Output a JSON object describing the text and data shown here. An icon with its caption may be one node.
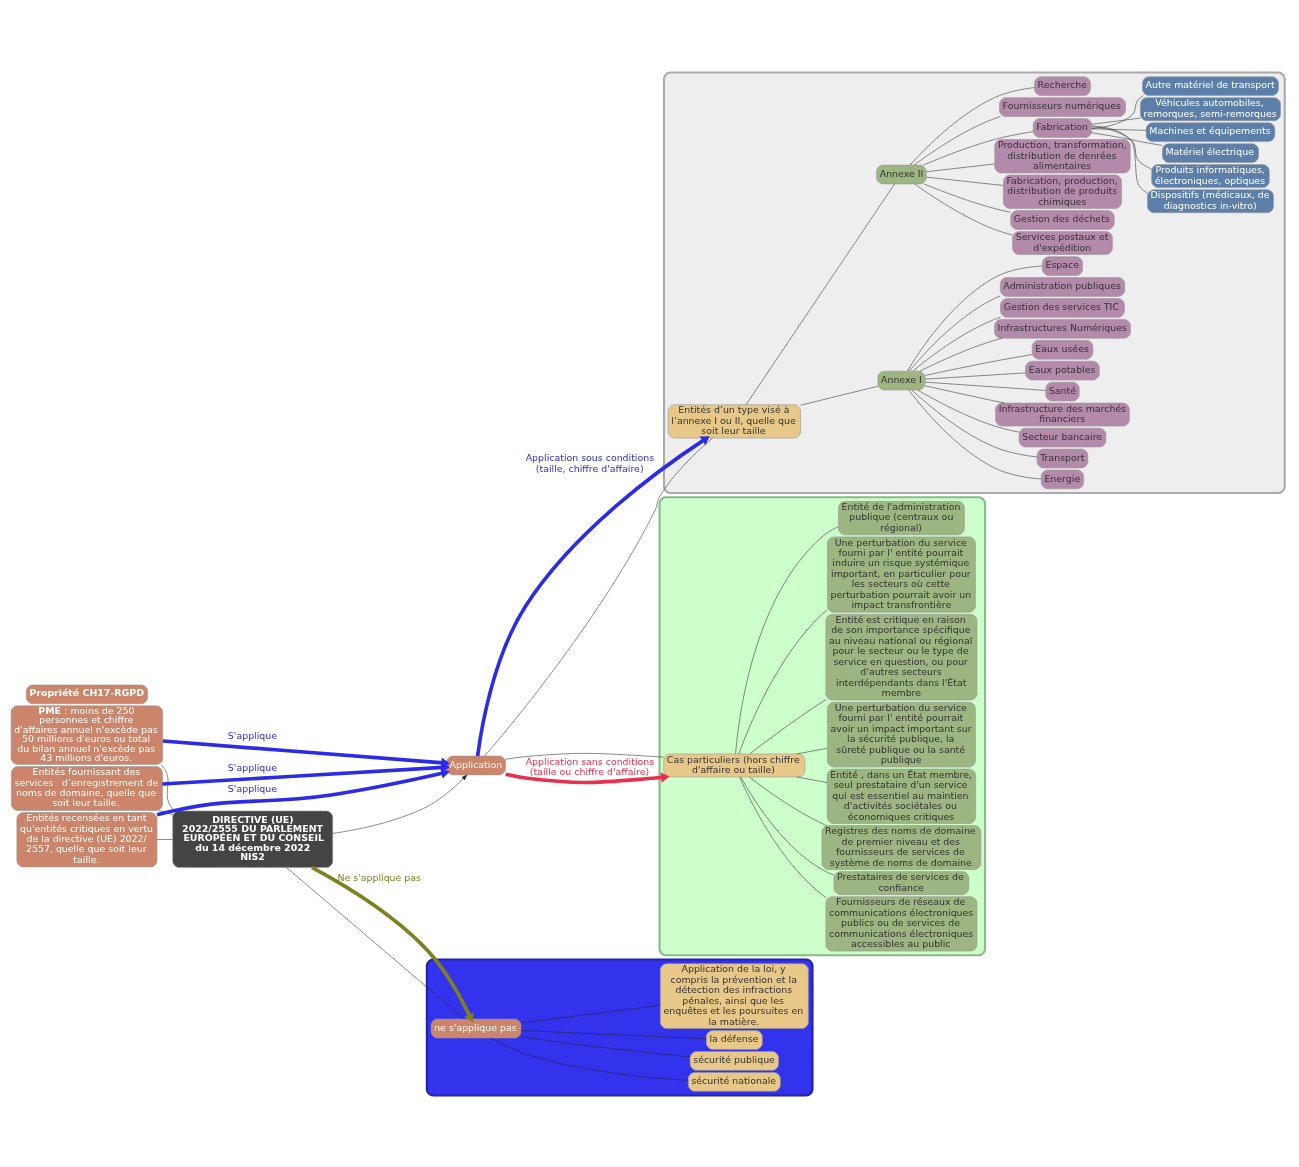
{
  "diagram": {
    "nodes": [
      {
        "text": [
          "**PME** : moins de 250 personnes et chiffre d'affaires annuel n'excède pas 50 millions d'euros ou total du bilan annuel n'excède pas 43 millions d'euros."
        ]
      },
      {
        "text": [
          "Entités fournissant des services   d’enregistrement de noms de domaine, quelle que soit leur taille."
        ]
      },
      {
        "text": [
          "Entités recensées en tant qu'entités critiques en vertu de la directive (UE) 2022/ 2557, quelle que soit leur taille."
        ]
      },
      {
        "text": [
          "DIRECTIVE (UE) 2022/2555 DU PARLEMENT EUROPÉEN ET DU CONSEIL du 14 décembre 2022 NIS2"
        ]
      },
      {
        "text": [],
        "shape": "cloud"
      },
      {
        "text": [
          "ne s'applique pas"
        ],
        "in": 4
      },
      {
        "text": [
          "sécurité nationale"
        ],
        "in": 4
      },
      {
        "text": [
          "sécurité publique"
        ],
        "in": 4
      },
      {
        "text": [
          "la défense"
        ],
        "in": 4
      },
      {
        "text": [
          "Application de la loi, y compris la prévention et la détection des infractions pénales, ainsi que les enquêtes et les poursuites en la matière."
        ],
        "in": 4
      },
      {
        "text": [
          "Application"
        ]
      },
      {
        "text": [],
        "shape": "cloud"
      },
      {
        "text": [
          "Cas particuliers (hors chiffre d'affaire ou taille)"
        ],
        "in": 11
      },
      {
        "text": [
          "Fournisseurs de réseaux de communications électroniques publics ou de services de communications électroniques accessibles au public"
        ],
        "in": 11
      },
      {
        "text": [
          "Prestataires de services de confiance"
        ],
        "in": 11
      },
      {
        "text": [
          "Registres des noms de domaine de premier niveau et des fournisseurs de services de système de noms de domaine"
        ],
        "in": 11
      },
      {
        "text": [
          "Entité , dans un État membre, seul prestataire d'un service qui est essentiel au maintien d'activités sociétales ou économiques critiques"
        ],
        "in": 11
      },
      {
        "text": [
          "Une perturbation du service fourni par l' entité pourrait avoir un impact important sur la sécurité publique, la sûreté publique ou la santé publique"
        ],
        "in": 11
      },
      {
        "text": [
          "Entité est critique en raison de son importance spécifique au niveau national ou régional pour le secteur ou le type de service en question, ou pour d'autres secteurs interdépendants dans l'État membre"
        ],
        "in": 11
      },
      {
        "text": [
          "Une perturbation du service fourni par l' entité pourrait induire un risque systémique important, en particulier pour les secteurs où cette perturbation pourrait avoir un impact transfrontière"
        ],
        "in": 11
      },
      {
        "text": [
          "Entité de l'administration publique (centraux ou régional)"
        ],
        "in": 11
      },
      {
        "text": [],
        "shape": "cloud"
      },
      {
        "text": [
          "Entités d’un type visé à l’annexe I ou II, quelle que soit leur taille"
        ],
        "in": 21
      },
      {
        "text": [
          "Annexe I"
        ],
        "in": 21
      },
      {
        "text": [
          "Energie"
        ],
        "in": 21
      },
      {
        "text": [
          "Transport"
        ],
        "in": 21
      },
      {
        "text": [
          "Secteur bancaire"
        ],
        "in": 21
      },
      {
        "text": [
          "Infrastructure des marchés financiers"
        ],
        "in": 21
      },
      {
        "text": [
          "Santé"
        ],
        "in": 21
      },
      {
        "text": [
          "Eaux potables"
        ],
        "in": 21
      },
      {
        "text": [
          "Eaux usées"
        ],
        "in": 21
      },
      {
        "text": [
          "Infrastructures Numériques"
        ],
        "in": 21
      },
      {
        "text": [
          "Gestion des services TIC"
        ],
        "in": 21
      },
      {
        "text": [
          "Administration publiques"
        ],
        "in": 21
      },
      {
        "text": [
          "Espace"
        ],
        "in": 21
      },
      {
        "text": [
          "Annexe II"
        ],
        "in": 21
      },
      {
        "text": [
          "Services postaux et d'expédition"
        ],
        "in": 21
      },
      {
        "text": [
          "Gestion des déchets"
        ],
        "in": 21
      },
      {
        "text": [
          "Fabrication, production, distribution de produits chimiques"
        ],
        "in": 21
      },
      {
        "text": [
          "Production, transformation, distribution de denrées alimentaires"
        ],
        "in": 21
      },
      {
        "text": [
          "Fabrication"
        ],
        "in": 21
      },
      {
        "text": [
          "Dispositifs (médicaux, de diagnostics in-vitro)"
        ],
        "in": 21
      },
      {
        "text": [
          "Produits informatiques, électroniques, optiques"
        ],
        "in": 21
      },
      {
        "text": [
          "Matériel électrique"
        ],
        "in": 21
      },
      {
        "text": [
          "Machines et équipements"
        ],
        "in": 21
      },
      {
        "text": [
          "Véhicules automobiles, remorques, semi-remorques"
        ],
        "in": 21
      },
      {
        "text": [
          "Autre matériel de transport"
        ],
        "in": 21
      },
      {
        "text": [
          "Fournisseurs numériques"
        ],
        "in": 21
      },
      {
        "text": [
          "Recherche"
        ],
        "in": 21
      },
      {
        "text": [
          "Propriété CH17-RGPD"
        ]
      }
    ],
    "edges": [
      {
        "from": 0,
        "to": 3,
        "arrow": "none"
      },
      {
        "from": 1,
        "to": 3,
        "arrow": "none"
      },
      {
        "from": 2,
        "to": 3,
        "arrow": "none"
      },
      {
        "from": 0,
        "to": 10,
        "arrow": "to",
        "label": "S'applique",
        "style": "thick",
        "color": "#2b2be8"
      },
      {
        "from": 1,
        "to": 10,
        "arrow": "to",
        "label": "S'applique",
        "style": "thick",
        "color": "#2b2be8"
      },
      {
        "from": 2,
        "to": 10,
        "arrow": "to",
        "label": "S'applique",
        "style": "thick",
        "color": "#2b2be8"
      },
      {
        "from": 3,
        "to": 5,
        "arrow": "none"
      },
      {
        "from": 3,
        "to": 5,
        "arrow": "to",
        "label": "Ne s'applique pas",
        "style": "thick",
        "color": "#7f7f20"
      },
      {
        "from": 5,
        "to": 6,
        "arrow": "none"
      },
      {
        "from": 5,
        "to": 7,
        "arrow": "none"
      },
      {
        "from": 5,
        "to": 8,
        "arrow": "none"
      },
      {
        "from": 5,
        "to": 9,
        "arrow": "none"
      },
      {
        "from": 3,
        "to": 10,
        "arrow": "to"
      },
      {
        "from": 10,
        "to": 12,
        "arrow": "none"
      },
      {
        "from": 10,
        "to": 12,
        "arrow": "to",
        "label": "Application sans conditions (taille ou chiffre d'affaire)",
        "style": "thick",
        "color": "#e83050"
      },
      {
        "from": 12,
        "to": 13,
        "arrow": "none"
      },
      {
        "from": 12,
        "to": 14,
        "arrow": "none"
      },
      {
        "from": 12,
        "to": 15,
        "arrow": "none"
      },
      {
        "from": 12,
        "to": 16,
        "arrow": "none"
      },
      {
        "from": 12,
        "to": 17,
        "arrow": "none"
      },
      {
        "from": 12,
        "to": 18,
        "arrow": "none"
      },
      {
        "from": 12,
        "to": 19,
        "arrow": "none"
      },
      {
        "from": 12,
        "to": 20,
        "arrow": "none"
      },
      {
        "from": 10,
        "to": 22,
        "arrow": "none"
      },
      {
        "from": 10,
        "to": 22,
        "arrow": "to",
        "label": "Application sous conditions (taille, chiffre d'affaire)",
        "style": "thick",
        "color": "#2b2be8"
      },
      {
        "from": 22,
        "to": 23,
        "arrow": "none"
      },
      {
        "from": 23,
        "to": 24,
        "arrow": "none"
      },
      {
        "from": 23,
        "to": 25,
        "arrow": "none"
      },
      {
        "from": 23,
        "to": 26,
        "arrow": "none"
      },
      {
        "from": 23,
        "to": 27,
        "arrow": "none"
      },
      {
        "from": 23,
        "to": 28,
        "arrow": "none"
      },
      {
        "from": 23,
        "to": 29,
        "arrow": "none"
      },
      {
        "from": 23,
        "to": 30,
        "arrow": "none"
      },
      {
        "from": 23,
        "to": 31,
        "arrow": "none"
      },
      {
        "from": 23,
        "to": 32,
        "arrow": "none"
      },
      {
        "from": 23,
        "to": 33,
        "arrow": "none"
      },
      {
        "from": 23,
        "to": 34,
        "arrow": "none"
      },
      {
        "from": 22,
        "to": 35,
        "arrow": "none"
      },
      {
        "from": 35,
        "to": 36,
        "arrow": "none"
      },
      {
        "from": 35,
        "to": 37,
        "arrow": "none"
      },
      {
        "from": 35,
        "to": 38,
        "arrow": "none"
      },
      {
        "from": 35,
        "to": 39,
        "arrow": "none"
      },
      {
        "from": 35,
        "to": 40,
        "arrow": "none"
      },
      {
        "from": 40,
        "to": 41,
        "arrow": "none"
      },
      {
        "from": 40,
        "to": 42,
        "arrow": "none"
      },
      {
        "from": 40,
        "to": 43,
        "arrow": "none"
      },
      {
        "from": 40,
        "to": 44,
        "arrow": "none"
      },
      {
        "from": 40,
        "to": 45,
        "arrow": "none"
      },
      {
        "from": 40,
        "to": 46,
        "arrow": "none"
      },
      {
        "from": 35,
        "to": 47,
        "arrow": "none"
      },
      {
        "from": 35,
        "to": 48,
        "arrow": "none"
      }
    ]
  }
}
